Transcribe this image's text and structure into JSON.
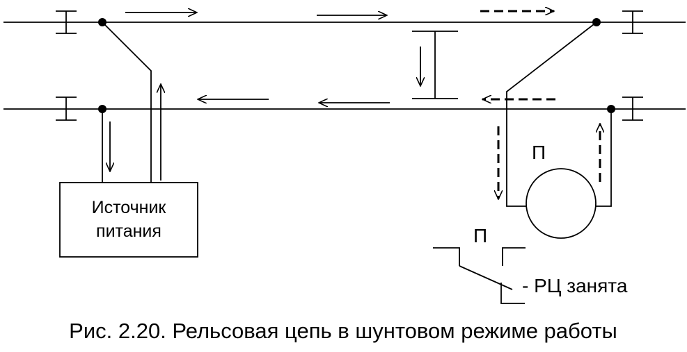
{
  "diagram": {
    "source_label": "Источник",
    "source_label_2": "питания",
    "relay_label": "П",
    "contact_label": "П",
    "status_label": "- РЦ занята"
  },
  "caption": "Рис. 2.20. Рельсовая цепь в шунтовом режиме работы",
  "colors": {
    "line": "#000000",
    "background": "#ffffff"
  }
}
